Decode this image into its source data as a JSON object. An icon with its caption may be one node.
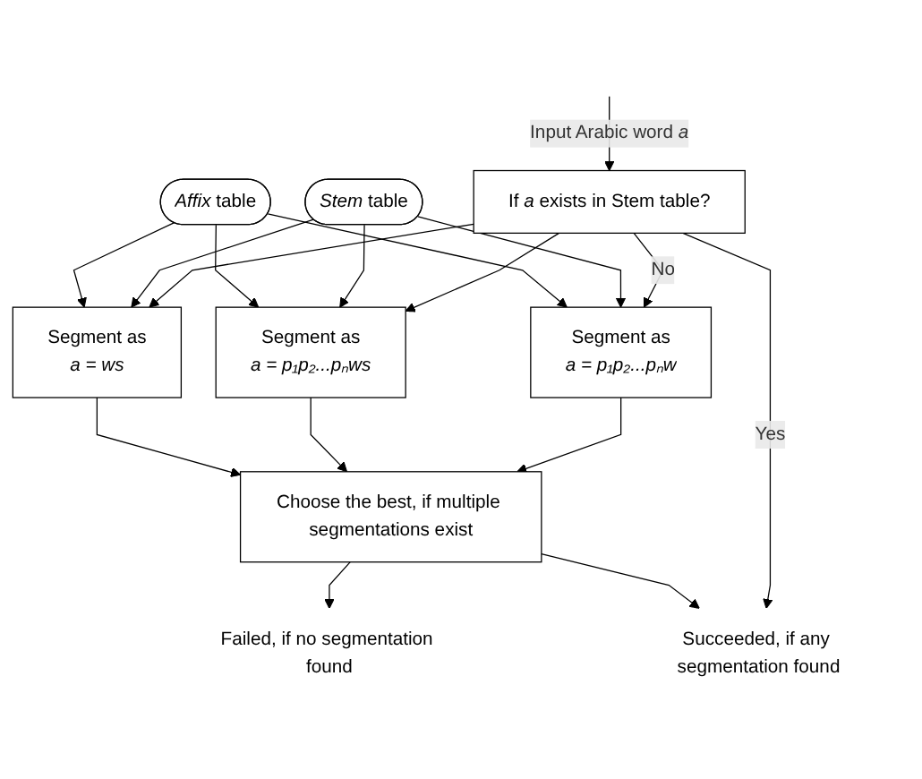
{
  "diagram": {
    "nodes": [
      {
        "text": [
          "*Affix* table"
        ]
      },
      {
        "text": [
          "*Stem* table"
        ]
      },
      {
        "text": [
          "If *a* exists in Stem table?"
        ]
      },
      {
        "text": [
          "Segment as",
          "a = ws"
        ]
      },
      {
        "text": [
          "Segment as",
          "a = p₁p₂...pₙws"
        ]
      },
      {
        "text": [
          "Segment as",
          "a = p₁p₂...pₙw"
        ]
      },
      {
        "text": [
          "Choose the best, if multiple segmentations exist"
        ]
      },
      {
        "text": [
          "Failed, if no segmentation found"
        ]
      },
      {
        "text": [
          "Succeeded, if any segmentation found"
        ]
      }
    ],
    "edges": [
      {
        "from": null,
        "to": 2,
        "arrow": "to",
        "label": "Input Arabic word *a*"
      },
      {
        "from": 0,
        "to": 3,
        "arrow": "to"
      },
      {
        "from": 0,
        "to": 4,
        "arrow": "to"
      },
      {
        "from": 0,
        "to": 5,
        "arrow": "to"
      },
      {
        "from": 1,
        "to": 3,
        "arrow": "to"
      },
      {
        "from": 1,
        "to": 4,
        "arrow": "to"
      },
      {
        "from": 1,
        "to": 5,
        "arrow": "to"
      },
      {
        "from": 2,
        "to": 3,
        "arrow": "to"
      },
      {
        "from": 2,
        "to": 4,
        "arrow": "to"
      },
      {
        "from": 2,
        "to": 5,
        "arrow": "to",
        "label": "No"
      },
      {
        "from": 3,
        "to": 6,
        "arrow": "to"
      },
      {
        "from": 4,
        "to": 6,
        "arrow": "to"
      },
      {
        "from": 5,
        "to": 6,
        "arrow": "to"
      },
      {
        "from": 6,
        "to": 7,
        "arrow": "to"
      },
      {
        "from": 6,
        "to": 8,
        "arrow": "to"
      },
      {
        "from": 2,
        "to": 8,
        "arrow": "to",
        "label": "Yes"
      }
    ]
  }
}
